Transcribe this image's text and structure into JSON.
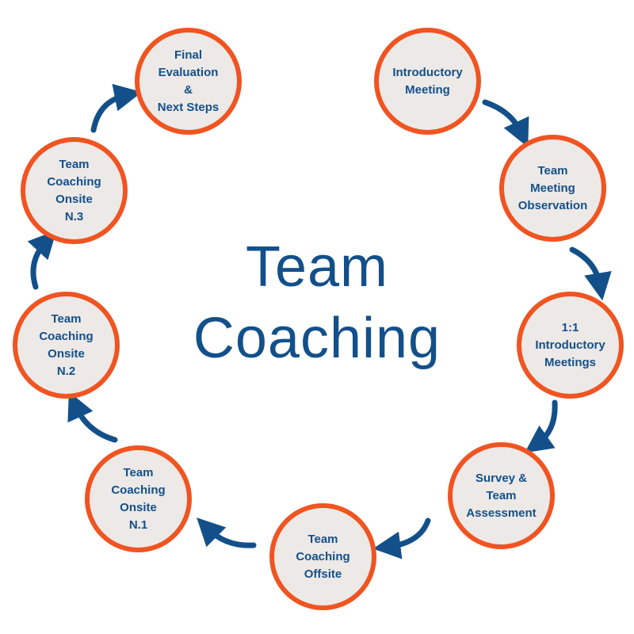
{
  "title": "Team\nCoaching",
  "colors": {
    "circle_border": "#f05421",
    "circle_fill": "#ede9e7",
    "text": "#13508a",
    "arrow": "#13508a"
  },
  "steps": [
    {
      "label": "Introductory\nMeeting"
    },
    {
      "label": "Team\nMeeting\nObservation"
    },
    {
      "label": "1:1\nIntroductory\nMeetings"
    },
    {
      "label": "Survey &\nTeam\nAssessment"
    },
    {
      "label": "Team\nCoaching\nOffsite"
    },
    {
      "label": "Team\nCoaching\nOnsite\nN.1"
    },
    {
      "label": "Team\nCoaching\nOnsite\nN.2"
    },
    {
      "label": "Team\nCoaching\nOnsite\nN.3"
    },
    {
      "label": "Final\nEvaluation\n&\nNext Steps"
    }
  ]
}
